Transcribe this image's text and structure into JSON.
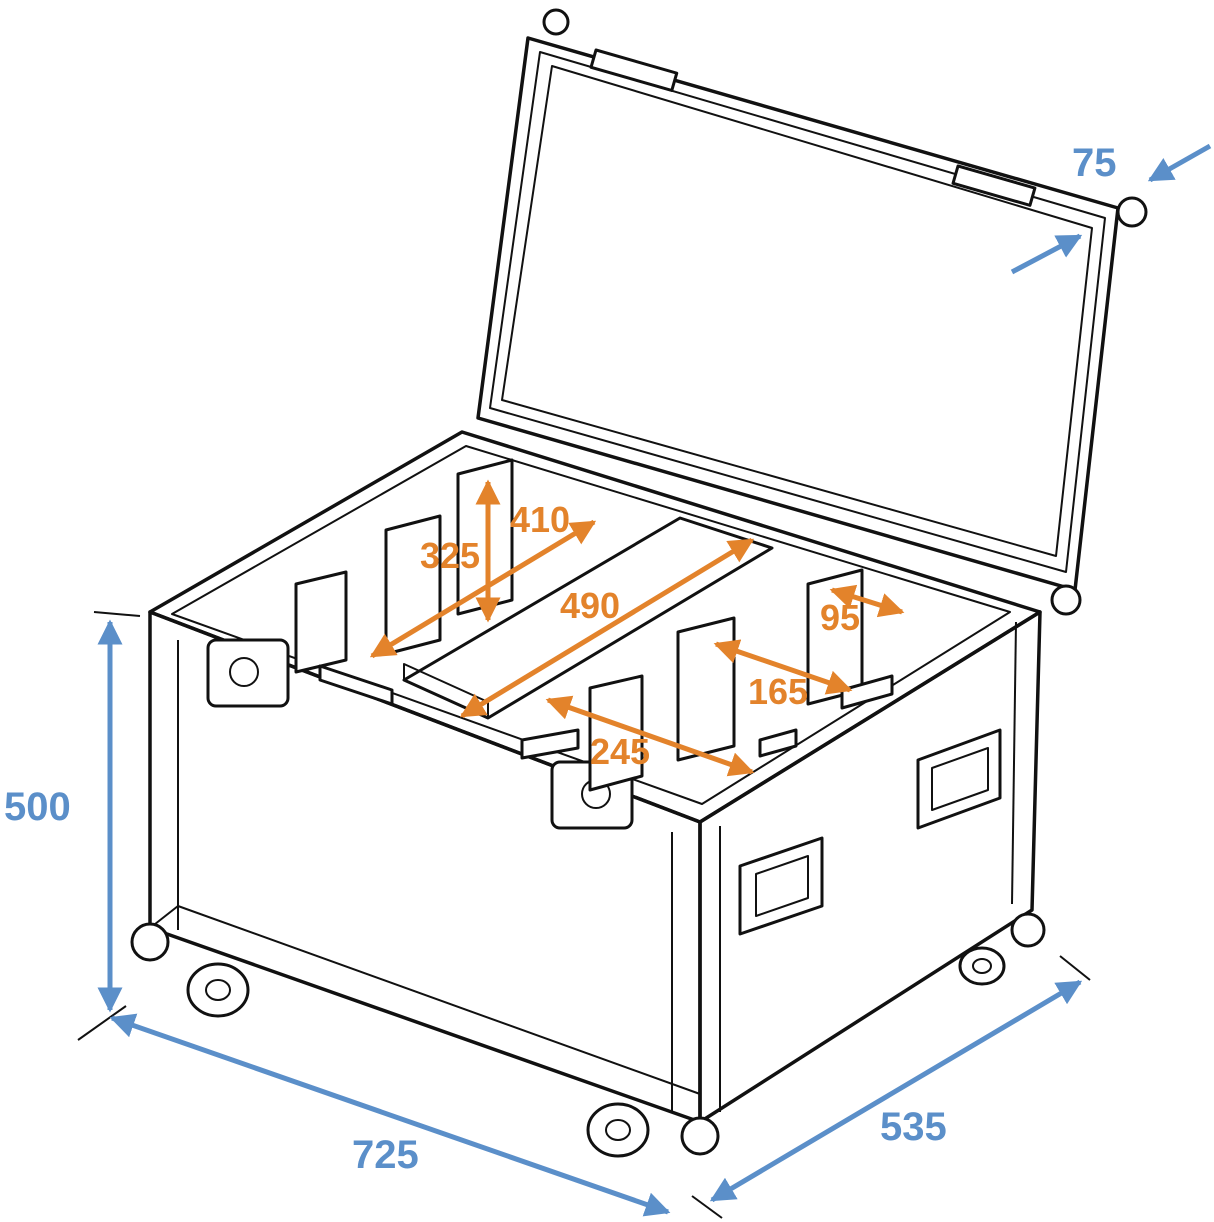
{
  "colors": {
    "outer_dimension": "#5b8fc9",
    "inner_dimension": "#e3832b",
    "outline": "#111111",
    "background": "#ffffff"
  },
  "outer_dimensions": {
    "height": "500",
    "width": "725",
    "depth": "535",
    "lid_depth": "75"
  },
  "inner_dimensions": {
    "compartment_height": "325",
    "left_compartment_depth": "410",
    "center_length": "490",
    "slot_width": "95",
    "slot_depth": "165",
    "right_compartment_width": "245"
  }
}
